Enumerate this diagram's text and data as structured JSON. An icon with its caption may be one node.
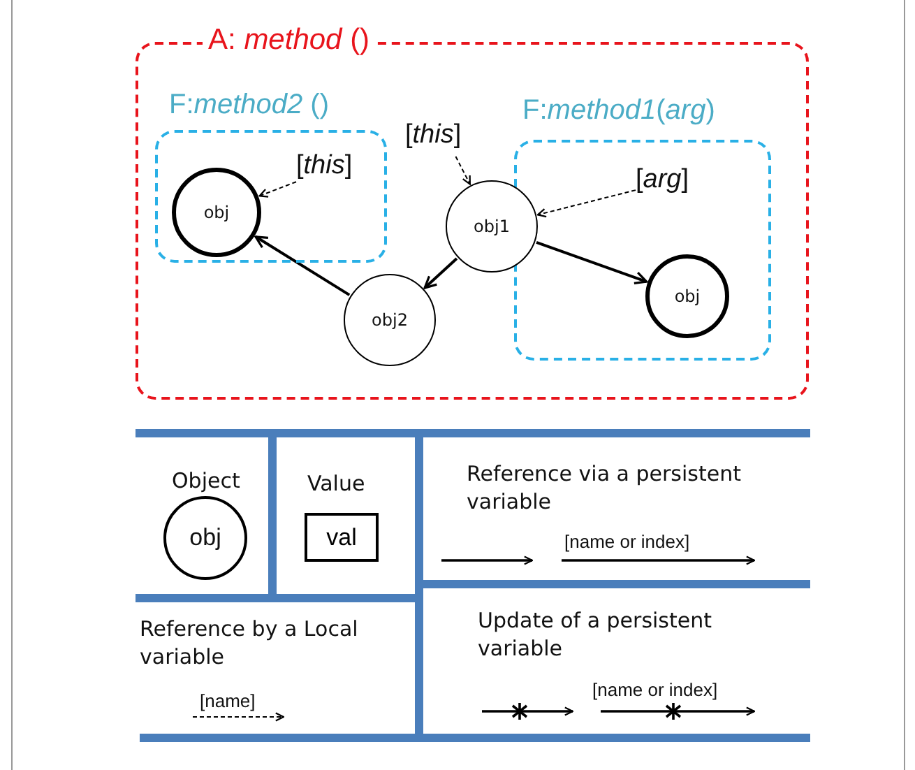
{
  "diagram": {
    "nodes": [
      {
        "text": [
          "A: *method* ()"
        ]
      },
      {
        "text": [
          "F:*method2* ()"
        ],
        "in": 0
      },
      {
        "text": [
          "obj"
        ],
        "in": 1
      },
      {
        "text": [
          "[*this*]"
        ],
        "in": 1
      },
      {
        "text": [
          "F:*method1*(*arg*)"
        ],
        "in": 0
      },
      {
        "text": [
          "[*this*]"
        ],
        "in": 0
      },
      {
        "text": [
          "obj1"
        ],
        "in": 0
      },
      {
        "text": [
          "obj2"
        ],
        "in": 0
      },
      {
        "text": [
          "[*arg*]"
        ],
        "in": 4
      },
      {
        "text": [
          "obj"
        ],
        "in": 4
      },
      {
        "text": [
          "obj"
        ]
      },
      {
        "text": [
          "val"
        ]
      }
    ],
    "edges": [
      {
        "from": 3,
        "to": 2,
        "arrow": "to",
        "style": "dashed"
      },
      {
        "from": 5,
        "to": 6,
        "arrow": "to",
        "style": "dashed"
      },
      {
        "from": 8,
        "to": 6,
        "arrow": "to",
        "style": "dashed"
      },
      {
        "from": 6,
        "to": 7,
        "arrow": "to"
      },
      {
        "from": 7,
        "to": 2,
        "arrow": "to"
      },
      {
        "from": 6,
        "to": 9,
        "arrow": "to"
      }
    ],
    "labels": [
      "[name or index]",
      "[name]",
      "[name or index]"
    ],
    "legend": [
      {
        "text": "Object"
      },
      {
        "text": "Value"
      },
      {
        "text": "Reference via a persistent variable"
      },
      {
        "text": "Reference by a Local variable"
      },
      {
        "text": "Update of a persistent variable"
      }
    ]
  }
}
